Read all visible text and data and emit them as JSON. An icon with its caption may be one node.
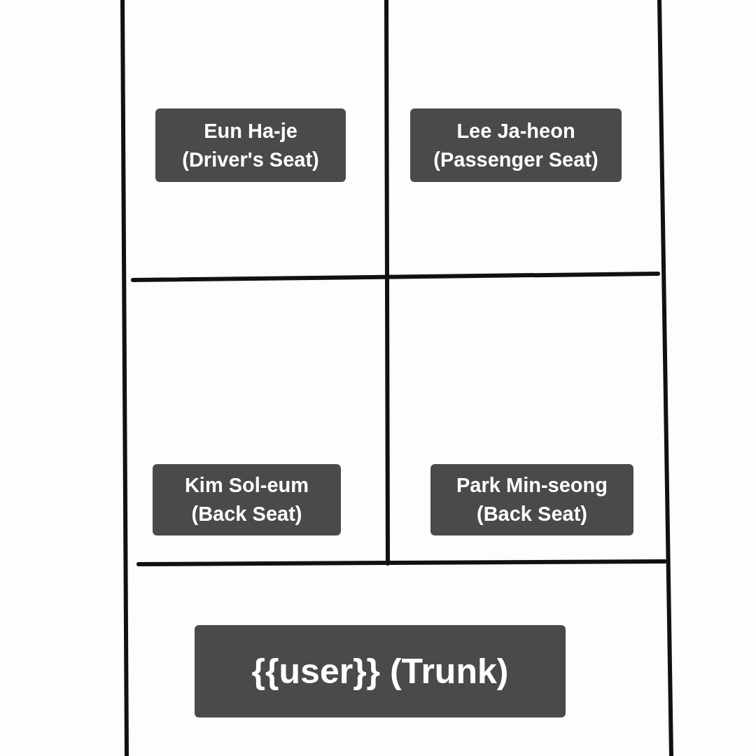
{
  "diagram": {
    "nodes": [
      {
        "text": [
          "Eun Ha-je",
          "(Driver's Seat)"
        ]
      },
      {
        "text": [
          "Lee Ja-heon",
          "(Passenger Seat)"
        ]
      },
      {
        "text": [
          "Kim Sol-eum",
          "(Back Seat)"
        ]
      },
      {
        "text": [
          "Park Min-seong",
          "(Back Seat)"
        ]
      },
      {
        "text": [
          "{{user}} (Trunk)"
        ]
      }
    ]
  }
}
